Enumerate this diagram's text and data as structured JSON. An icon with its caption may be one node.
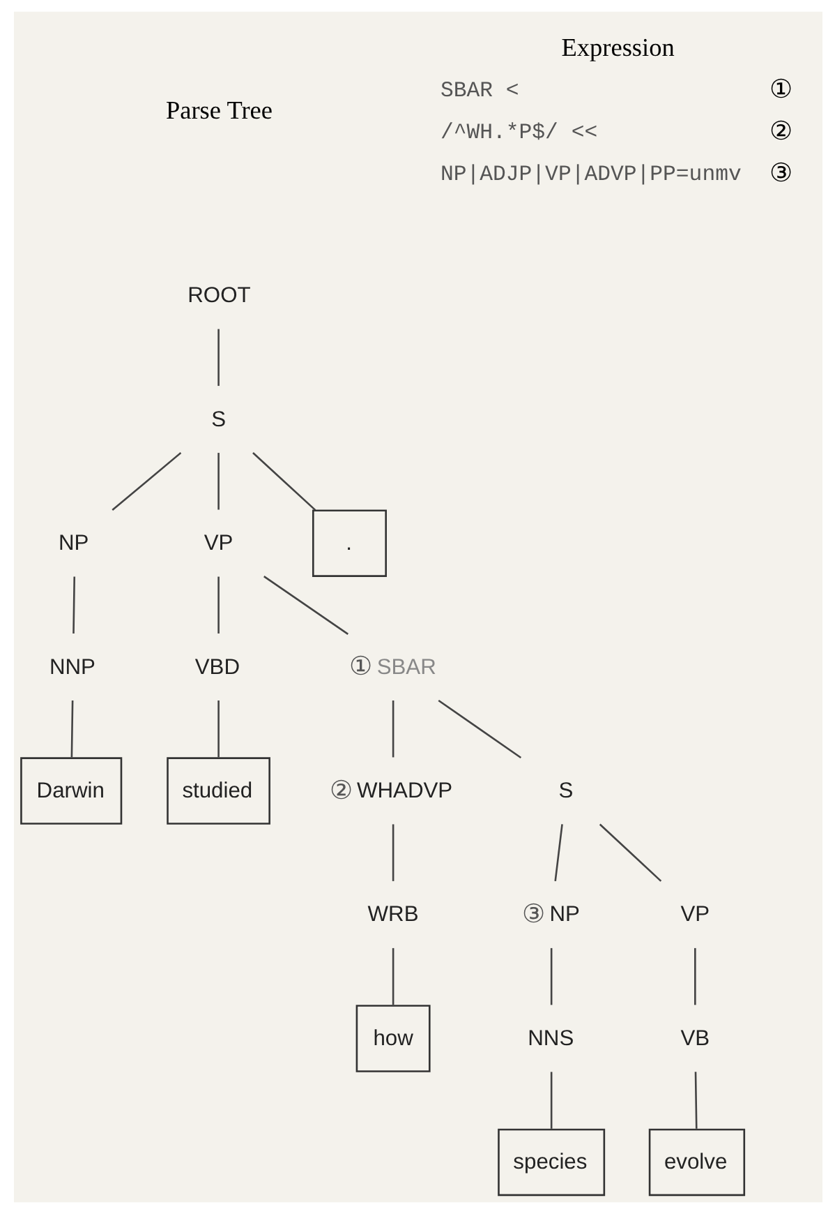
{
  "diagram": {
    "nodes": [
      {
        "text": [
          "ROOT"
        ]
      },
      {
        "text": [
          "S"
        ]
      },
      {
        "text": [
          "NP"
        ]
      },
      {
        "text": [
          "VP"
        ]
      },
      {
        "text": [
          "."
        ]
      },
      {
        "text": [
          "NNP"
        ]
      },
      {
        "text": [
          "VBD"
        ]
      },
      {
        "text": [
          "SBAR"
        ],
        "beside": [
          "①"
        ]
      },
      {
        "text": [
          "Darwin"
        ]
      },
      {
        "text": [
          "studied"
        ]
      },
      {
        "text": [
          "WHADVP"
        ],
        "beside": [
          "②"
        ]
      },
      {
        "text": [
          "S"
        ]
      },
      {
        "text": [
          "WRB"
        ]
      },
      {
        "text": [
          "NP"
        ],
        "beside": [
          "③"
        ]
      },
      {
        "text": [
          "VP"
        ]
      },
      {
        "text": [
          "how"
        ]
      },
      {
        "text": [
          "NNS"
        ]
      },
      {
        "text": [
          "VB"
        ]
      },
      {
        "text": [
          "species"
        ]
      },
      {
        "text": [
          "evolve"
        ]
      }
    ],
    "edges": [
      {
        "from": 0,
        "to": 1,
        "arrow": "none"
      },
      {
        "from": 1,
        "to": 2,
        "arrow": "none"
      },
      {
        "from": 1,
        "to": 3,
        "arrow": "none"
      },
      {
        "from": 1,
        "to": 4,
        "arrow": "none"
      },
      {
        "from": 2,
        "to": 5,
        "arrow": "none"
      },
      {
        "from": 3,
        "to": 6,
        "arrow": "none"
      },
      {
        "from": 3,
        "to": 7,
        "arrow": "none"
      },
      {
        "from": 5,
        "to": 8,
        "arrow": "none"
      },
      {
        "from": 6,
        "to": 9,
        "arrow": "none"
      },
      {
        "from": 7,
        "to": 10,
        "arrow": "none"
      },
      {
        "from": 7,
        "to": 11,
        "arrow": "none"
      },
      {
        "from": 10,
        "to": 12,
        "arrow": "none"
      },
      {
        "from": 11,
        "to": 13,
        "arrow": "none"
      },
      {
        "from": 11,
        "to": 14,
        "arrow": "none"
      },
      {
        "from": 12,
        "to": 15,
        "arrow": "none"
      },
      {
        "from": 13,
        "to": 16,
        "arrow": "none"
      },
      {
        "from": 14,
        "to": 17,
        "arrow": "none"
      },
      {
        "from": 16,
        "to": 18,
        "arrow": "none"
      },
      {
        "from": 17,
        "to": 19,
        "arrow": "none"
      }
    ],
    "labels": [
      "Parse Tree",
      "Expression",
      "SBAR <",
      "①",
      "/^WH.*P$/ <<",
      "②",
      "NP|ADJP|VP|ADVP|PP=unmv",
      "③"
    ]
  }
}
